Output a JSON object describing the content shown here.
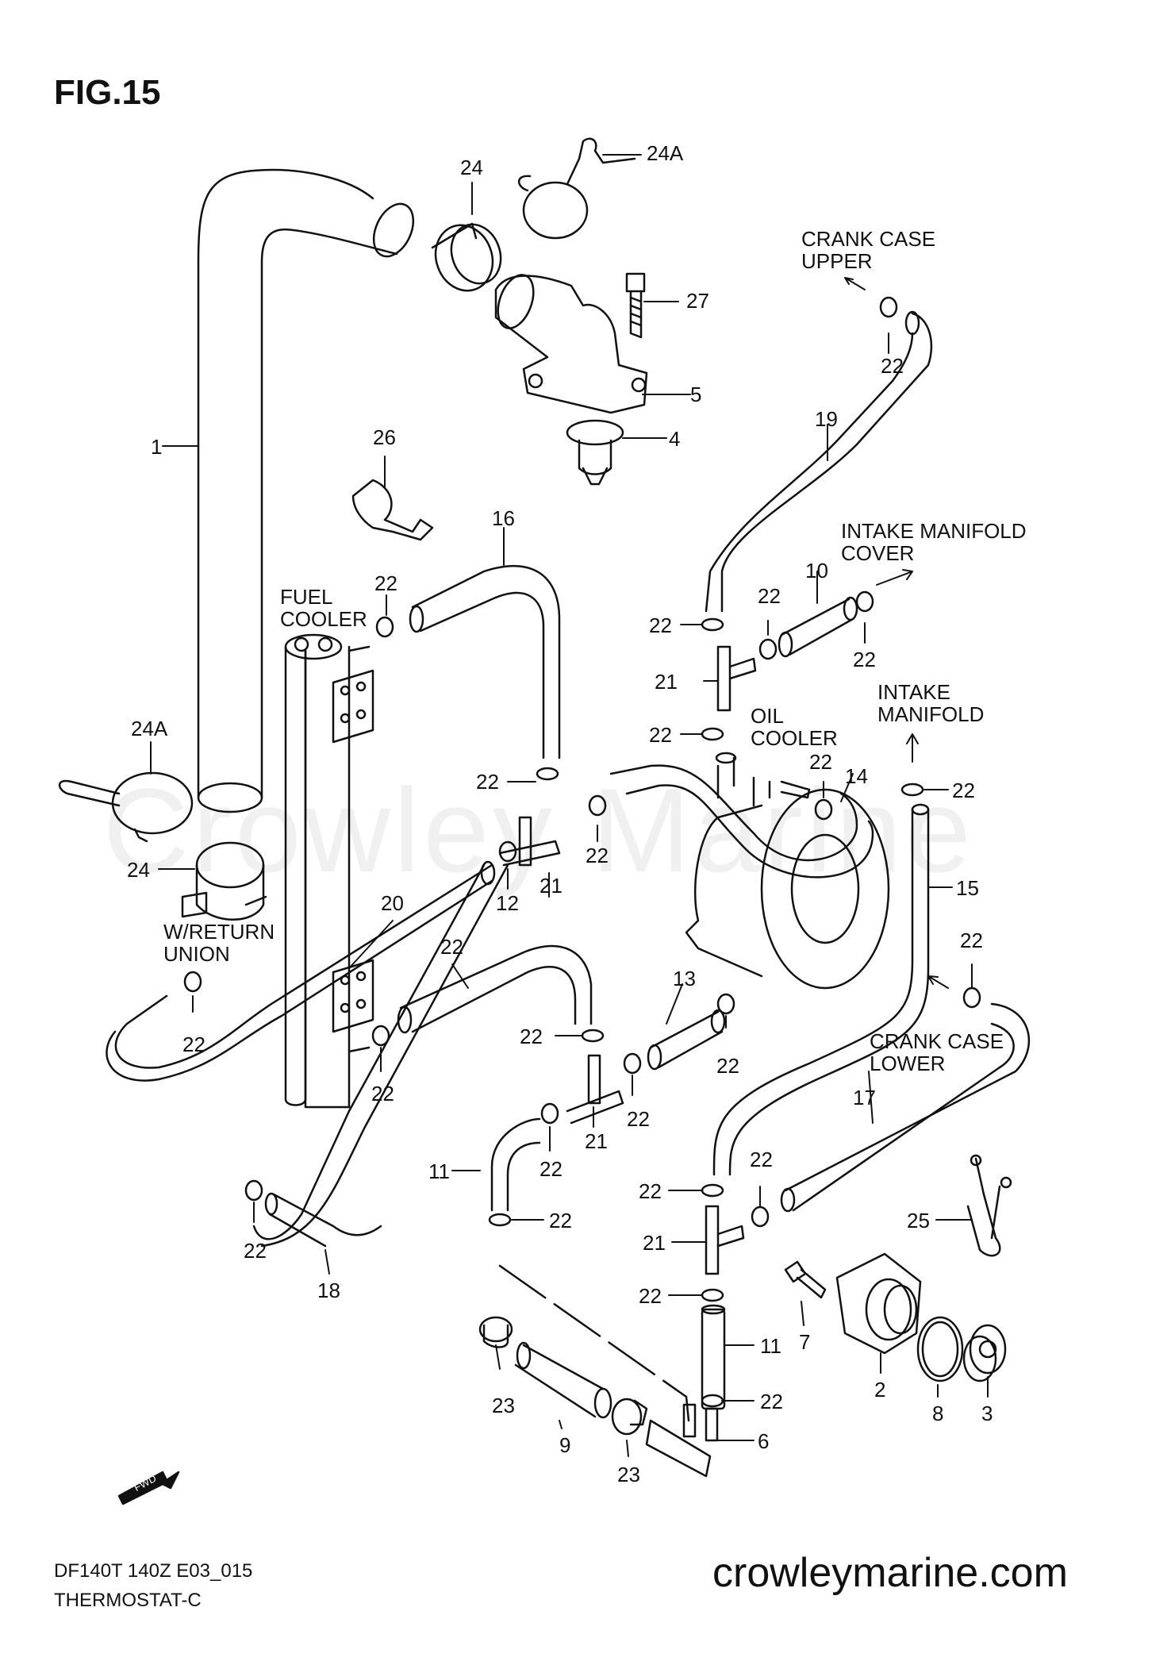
{
  "figure_title": "FIG.15",
  "watermark": "Crowley Marine",
  "footer": {
    "model": "DF140T 140Z E03_015",
    "diagram_name": "THERMOSTAT-C",
    "website": "crowleymarine.com"
  },
  "destinations": {
    "crank_case_upper": "CRANK CASE\nUPPER",
    "intake_manifold_cover": "INTAKE MANIFOLD\nCOVER",
    "intake_manifold": "INTAKE\nMANIFOLD",
    "fuel_cooler": "FUEL\nCOOLER",
    "oil_cooler": "OIL\nCOOLER",
    "w_return_union": "W/RETURN\nUNION",
    "crank_case_lower": "CRANK CASE\nLOWER"
  },
  "fwd_marker": "FWD",
  "part_labels": [
    "24A",
    "24",
    "27",
    "5",
    "4",
    "1",
    "26",
    "16",
    "19",
    "22",
    "10",
    "22",
    "22",
    "22",
    "21",
    "22",
    "24A",
    "22",
    "22",
    "14",
    "22",
    "22",
    "22",
    "21",
    "15",
    "24",
    "20",
    "22",
    "13",
    "12",
    "22",
    "22",
    "22",
    "22",
    "22",
    "21",
    "22",
    "17",
    "11",
    "22",
    "22",
    "22",
    "25",
    "21",
    "22",
    "18",
    "22",
    "22",
    "7",
    "11",
    "2",
    "23",
    "9",
    "22",
    "8",
    "3",
    "6",
    "23",
    "22"
  ]
}
